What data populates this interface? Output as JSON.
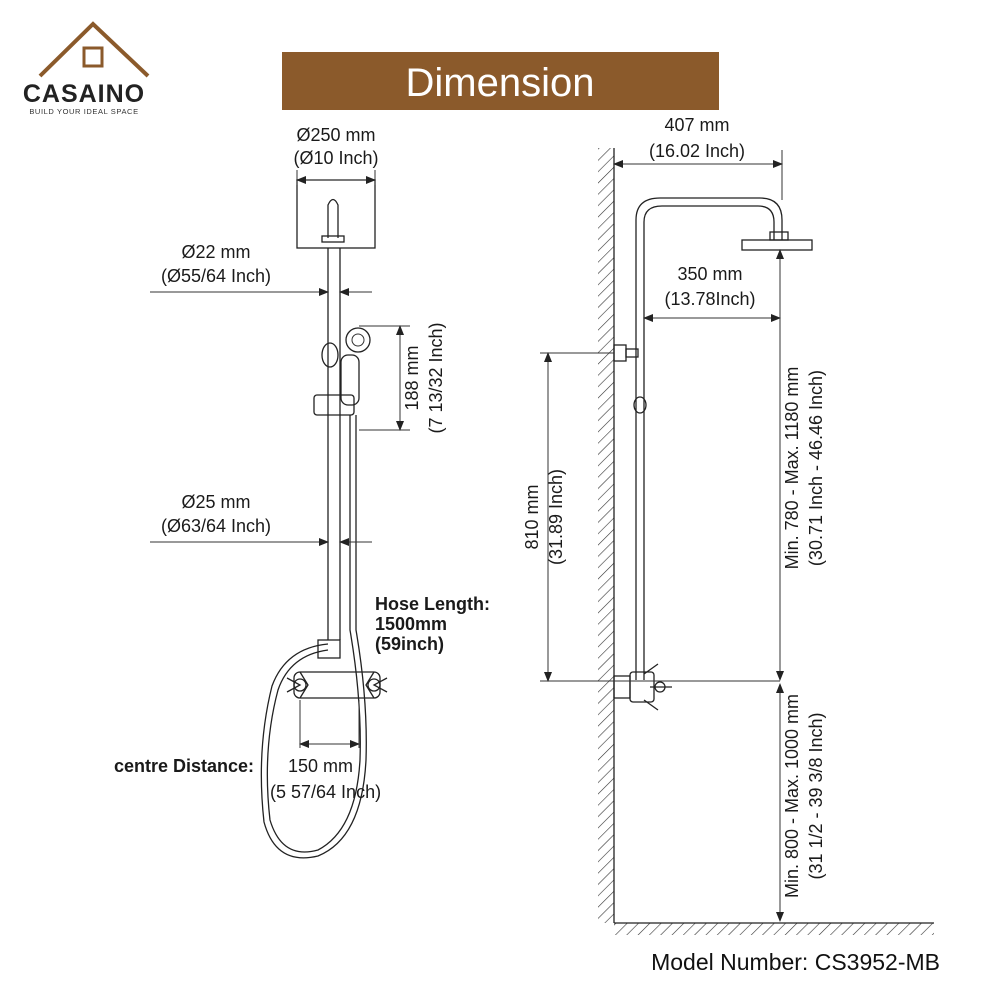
{
  "colors": {
    "brand": "#8b5a2b",
    "banner": "#8b5a2b",
    "banner_text": "#ffffff",
    "line": "#222222"
  },
  "logo": {
    "name": "CASAINO",
    "tagline": "BUILD YOUR IDEAL SPACE"
  },
  "title": "Dimension",
  "front_view": {
    "head_diameter_mm": "Ø250 mm",
    "head_diameter_in": "(Ø10 Inch)",
    "upper_pipe_mm": "Ø22 mm",
    "upper_pipe_in": "(Ø55/64 Inch)",
    "handshower_mm": "188 mm",
    "handshower_in": "(7 13/32 Inch)",
    "lower_pipe_mm": "Ø25 mm",
    "lower_pipe_in": "(Ø63/64 Inch)",
    "hose_label": "Hose Length:",
    "hose_mm": "1500mm",
    "hose_in": "(59inch)",
    "centre_label": "centre Distance:",
    "centre_mm": "150 mm",
    "centre_in": "(5 57/64 Inch)"
  },
  "side_view": {
    "arm_mm": "407 mm",
    "arm_in": "(16.02 Inch)",
    "reach_mm": "350 mm",
    "reach_in": "(13.78Inch)",
    "bracket_mm": "810 mm",
    "bracket_in": "(31.89 Inch)",
    "height_mm": "Min. 780 - Max. 1180 mm",
    "height_in": "(30.71 Inch - 46.46 Inch)",
    "floor_mm": "Min. 800 - Max. 1000 mm",
    "floor_in": "(31 1/2 - 39 3/8 Inch)"
  },
  "model_number": "Model Number: CS3952-MB"
}
